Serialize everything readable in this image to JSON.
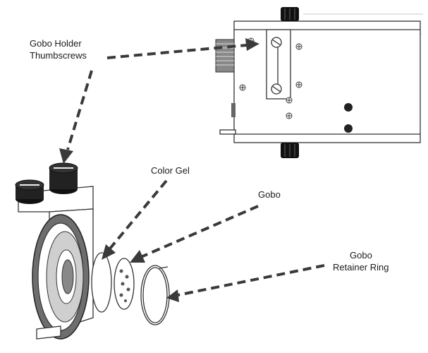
{
  "labels": {
    "thumbscrews_line1": "Gobo Holder",
    "thumbscrews_line2": "Thumbscrews",
    "color_gel": "Color Gel",
    "gobo": "Gobo",
    "retainer_line1": "Gobo",
    "retainer_line2": "Retainer Ring"
  },
  "colors": {
    "ink": "#333333",
    "arrow": "#3a3a3a",
    "background": "#ffffff"
  }
}
